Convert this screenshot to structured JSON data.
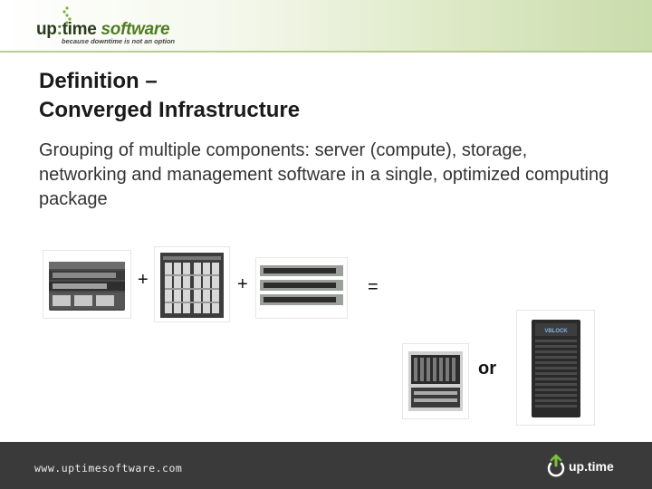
{
  "header": {
    "logo_prefix": "up",
    "logo_colon": ":",
    "logo_time": "time",
    "logo_software": "software",
    "logo_tagline": "because downtime is not an option"
  },
  "slide": {
    "title_line1": "Definition –",
    "title_line2": "Converged Infrastructure",
    "body": "Grouping of multiple components: server (compute), storage, networking and management software in a single, optimized computing package"
  },
  "diagram": {
    "plus1": "+",
    "plus2": "+",
    "equals": "=",
    "or": "or",
    "vblock_label": "VBLOCK"
  },
  "footer": {
    "url": "www.uptimesoftware.com",
    "logo_text": "up.time"
  },
  "colors": {
    "header_green": "#c9dcab",
    "logo_green": "#4f7d22",
    "footer_bg": "#3a3a3a"
  }
}
